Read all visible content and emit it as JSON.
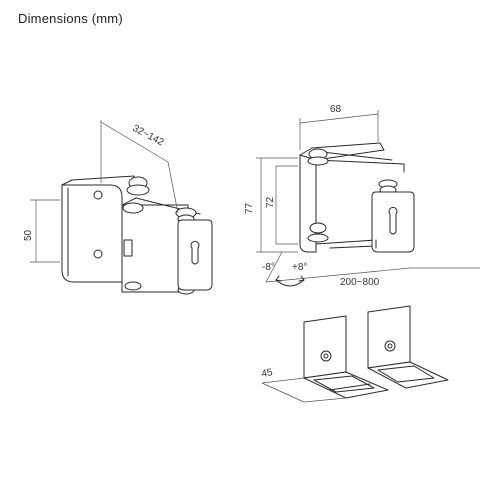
{
  "title": "Dimensions (mm)",
  "dimensions": {
    "depth_range": "32~142",
    "height_left": "50",
    "width_top": "68",
    "height_outer": "77",
    "height_inner": "72",
    "tilt_minus": "-8°",
    "tilt_plus": "+8°",
    "span": "200~800",
    "foot_depth": "45"
  },
  "colors": {
    "line": "#2a2a2a",
    "text": "#333333",
    "background": "#ffffff"
  }
}
